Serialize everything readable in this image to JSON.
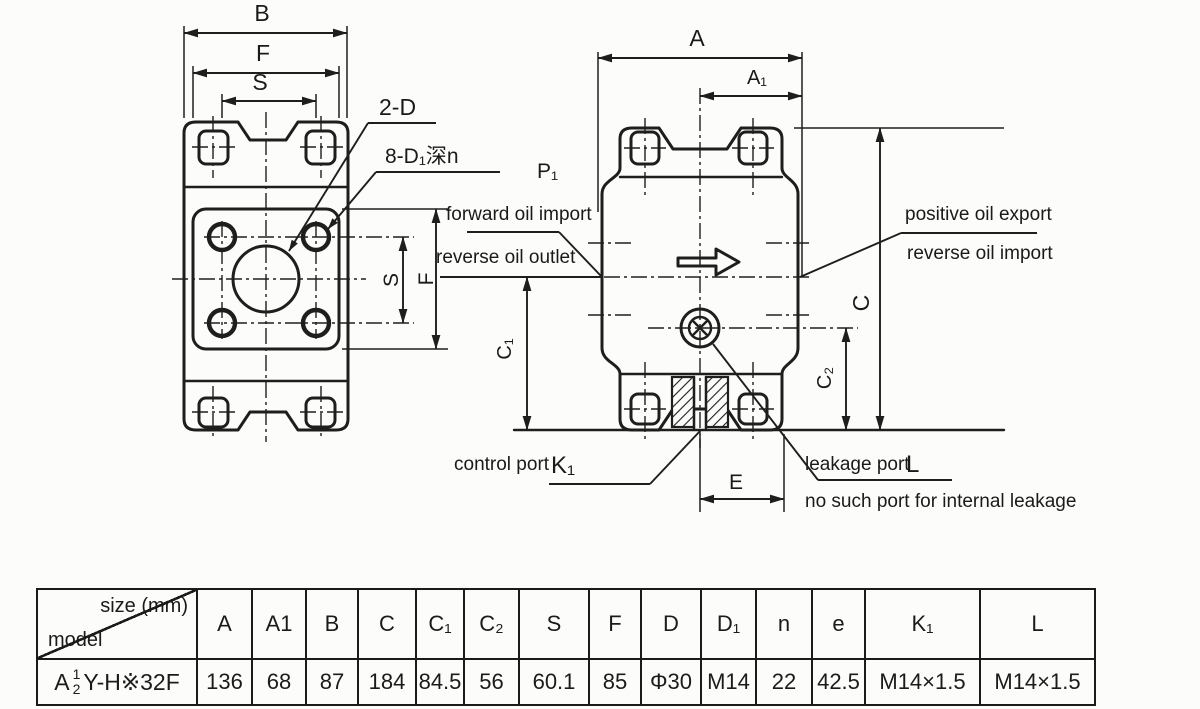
{
  "colors": {
    "ink": "#1e1e1e",
    "background": "#fcfcfa"
  },
  "drawing": {
    "front_view": {
      "dims": {
        "B": "B",
        "F": "F",
        "S": "S",
        "S_side": "S",
        "F_side": "F"
      },
      "callouts": {
        "two_d": "2-D",
        "eight_d1": "8-D₁深n"
      }
    },
    "side_view": {
      "dims": {
        "A": "A",
        "A1": "A₁",
        "C": "C",
        "C1": "C₁",
        "C2": "C₂",
        "E": "E"
      },
      "port_p1": "P₁",
      "labels": {
        "forward_oil_import": "forward oil import",
        "reverse_oil_outlet": "reverse oil outlet",
        "positive_oil_export": "positive oil export",
        "reverse_oil_import": "reverse oil import",
        "control_port": "control port",
        "control_port_id": "K₁",
        "leakage_port": "leakage port",
        "leakage_port_id": "L",
        "leakage_note": "no such port for internal leakage"
      }
    }
  },
  "table": {
    "corner": {
      "size_label": "size (mm)",
      "model_label": "model"
    },
    "headers": [
      "A",
      "A1",
      "B",
      "C",
      "C₁",
      "C₂",
      "S",
      "F",
      "D",
      "D₁",
      "n",
      "e",
      "K₁",
      "L"
    ],
    "model": {
      "prefix": "A",
      "numerator": "1",
      "denominator": "2",
      "suffix": "Y-H※32F"
    },
    "values": [
      "136",
      "68",
      "87",
      "184",
      "84.5",
      "56",
      "60.1",
      "85",
      "Φ30",
      "M14",
      "22",
      "42.5",
      "M14×1.5",
      "M14×1.5"
    ]
  }
}
